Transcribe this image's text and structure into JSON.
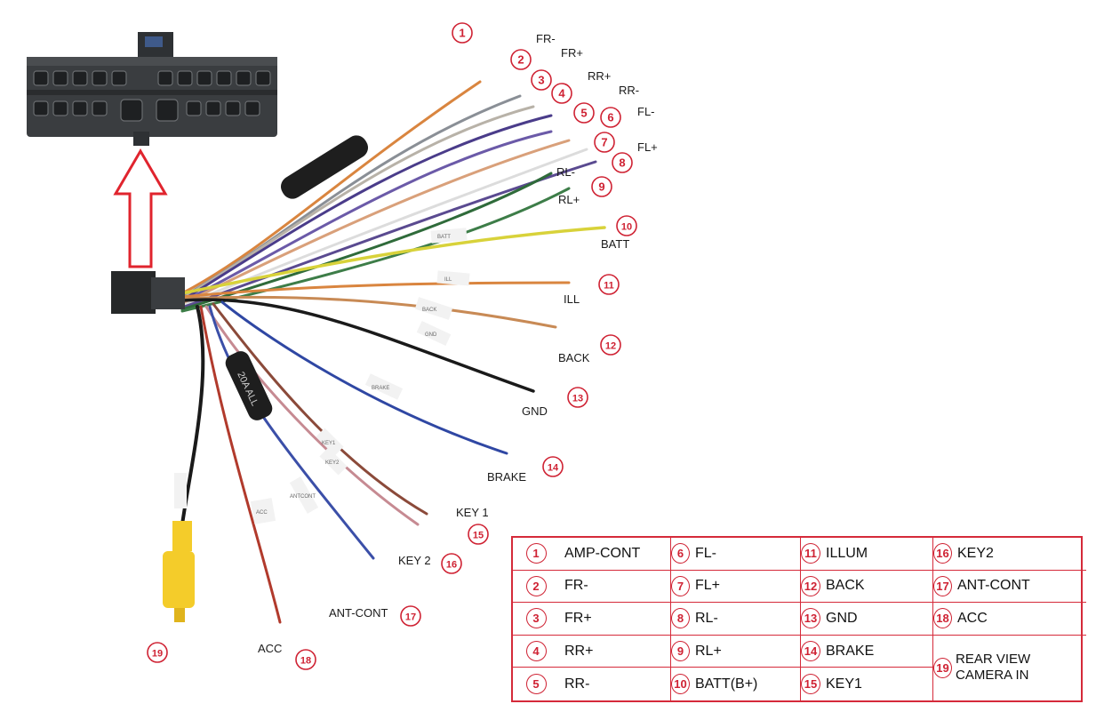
{
  "markers": [
    {
      "n": "1",
      "label": "FR-"
    },
    {
      "n": "2",
      "label": "FR+"
    },
    {
      "n": "3",
      "label": "RR+"
    },
    {
      "n": "4",
      "label": "RR-"
    },
    {
      "n": "5",
      "label": "FL-"
    },
    {
      "n": "6",
      "label": ""
    },
    {
      "n": "7",
      "label": "FL+"
    },
    {
      "n": "8",
      "label": "RL-"
    },
    {
      "n": "9",
      "label": "RL+"
    },
    {
      "n": "10",
      "label": "BATT"
    },
    {
      "n": "11",
      "label": "ILL"
    },
    {
      "n": "12",
      "label": "BACK"
    },
    {
      "n": "13",
      "label": "GND"
    },
    {
      "n": "14",
      "label": "BRAKE"
    },
    {
      "n": "15",
      "label": "KEY 1"
    },
    {
      "n": "16",
      "label": "KEY 2"
    },
    {
      "n": "17",
      "label": "ANT-CONT"
    },
    {
      "n": "18",
      "label": "ACC"
    },
    {
      "n": "19",
      "label": ""
    }
  ],
  "wire_tags": {
    "batt": "BATT",
    "ill": "ILL",
    "back": "BACK",
    "gnd": "GND",
    "brake": "BRAKE",
    "key1": "KEY1",
    "key2": "KEY2",
    "antcont": "ANTCONT",
    "acc": "ACC",
    "fuse": "20A ALL"
  },
  "legend": [
    {
      "n": "1",
      "label": "AMP-CONT"
    },
    {
      "n": "2",
      "label": "FR-"
    },
    {
      "n": "3",
      "label": "FR+"
    },
    {
      "n": "4",
      "label": "RR+"
    },
    {
      "n": "5",
      "label": "RR-"
    },
    {
      "n": "6",
      "label": "FL-"
    },
    {
      "n": "7",
      "label": "FL+"
    },
    {
      "n": "8",
      "label": "RL-"
    },
    {
      "n": "9",
      "label": "RL+"
    },
    {
      "n": "10",
      "label": "BATT(B+)"
    },
    {
      "n": "11",
      "label": "ILLUM"
    },
    {
      "n": "12",
      "label": "BACK"
    },
    {
      "n": "13",
      "label": "GND"
    },
    {
      "n": "14",
      "label": "BRAKE"
    },
    {
      "n": "15",
      "label": "KEY1"
    },
    {
      "n": "16",
      "label": "KEY2"
    },
    {
      "n": "17",
      "label": "ANT-CONT"
    },
    {
      "n": "18",
      "label": "ACC"
    },
    {
      "n": "19",
      "label": "REAR VIEW CAMERA IN"
    }
  ],
  "colors": {
    "circle": "#cf2233",
    "arrow": "#e0242e",
    "connector": "#3a3d40",
    "orange": "#d9853f",
    "gray": "#8a8f96",
    "white": "#dcdcdc",
    "purple": "#4a3c8a",
    "violet": "#6b5aa8",
    "green": "#2f6b3a",
    "yellow": "#d8d23a",
    "black": "#1a1a1a",
    "blue": "#2f47a3",
    "brown": "#8b4a3a",
    "pink": "#c68a92",
    "red": "#b13a2c",
    "rca": "#f4cc2a"
  }
}
